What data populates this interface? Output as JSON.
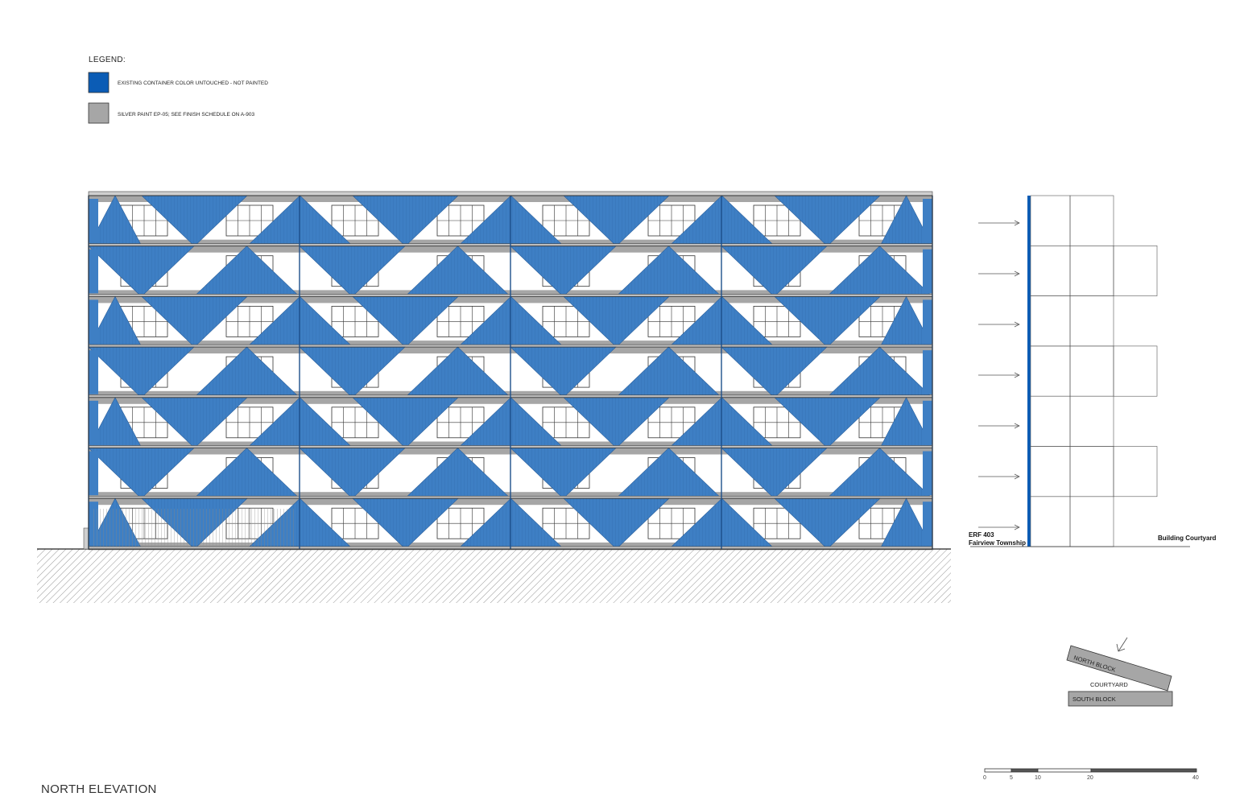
{
  "legend": {
    "title": "LEGEND:",
    "items": [
      {
        "label": "EXISTING CONTAINER COLOR UNTOUCHED - NOT PAINTED",
        "color": "#0b5cb5"
      },
      {
        "label": "SILVER PAINT EP-05; SEE FINISH SCHEDULE ON A-903",
        "color": "#a6a6a6"
      }
    ]
  },
  "colors": {
    "container_blue": "#3e7fc4",
    "legend_blue": "#0b5cb5",
    "silver": "#a6a6a6",
    "line": "#333333"
  },
  "section": {
    "left_label_line1": "ERF 403",
    "left_label_line2": "Fairview Township",
    "right_label": "Building Courtyard"
  },
  "site_plan": {
    "north_block": "NORTH BLOCK",
    "courtyard": "COURTYARD",
    "south_block": "SOUTH BLOCK"
  },
  "scale_bar": {
    "ticks": [
      "0",
      "5",
      "10",
      "20",
      "40"
    ]
  },
  "drawing_title": "NORTH ELEVATION"
}
